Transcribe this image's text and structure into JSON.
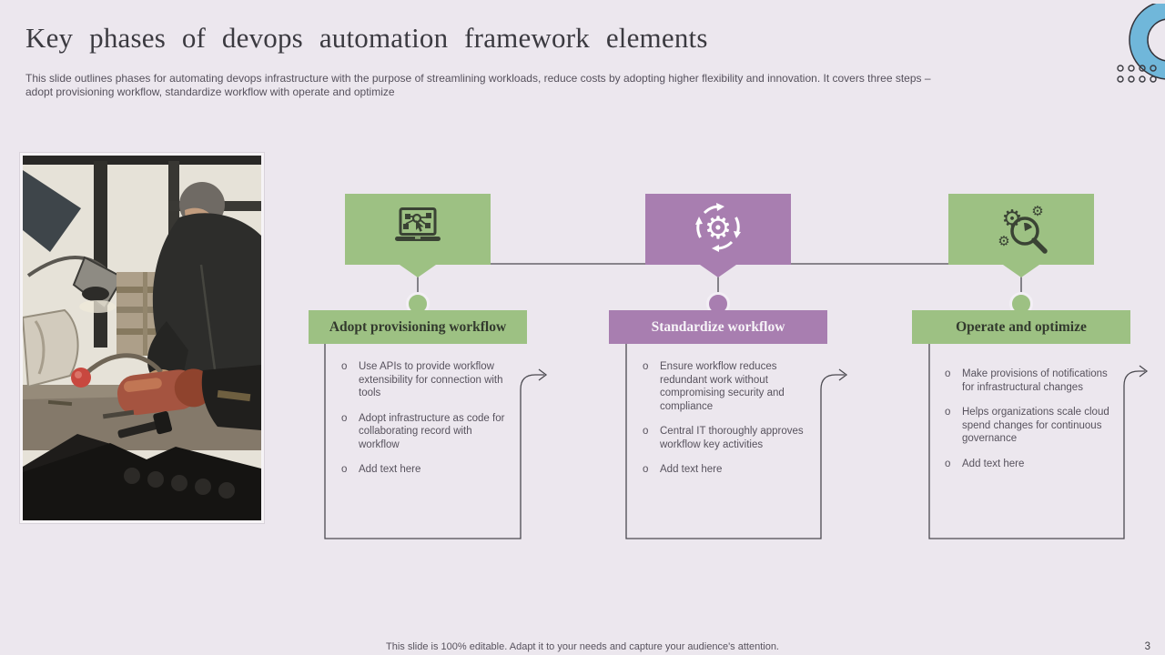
{
  "header": {
    "title": "Key phases of devops automation framework elements",
    "subtitle": "This slide outlines phases for automating devops infrastructure with the purpose of streamlining workloads, reduce costs by adopting higher flexibility and innovation. It covers three steps – adopt provisioning workflow, standardize workflow with operate and optimize"
  },
  "bullet_marker": "o",
  "columns": [
    {
      "title": "Adopt provisioning workflow",
      "accent": "green",
      "icon": "laptop-process-automation-icon",
      "bullets": [
        "Use APIs to provide workflow extensibility for connection with tools",
        "Adopt infrastructure as code for collaborating record with workflow",
        "Add text here"
      ]
    },
    {
      "title": "Standardize workflow",
      "accent": "purple",
      "icon": "gear-cycle-arrows-icon",
      "bullets": [
        "Ensure workflow reduces redundant work without compromising security and compliance",
        "Central IT thoroughly approves workflow key activities",
        "Add text here"
      ]
    },
    {
      "title": "Operate and optimize",
      "accent": "green",
      "icon": "gears-magnifier-icon",
      "bullets": [
        "Make provisions of notifications for infrastructural changes",
        "Helps organizations scale cloud spend changes for continuous governance",
        "Add text here"
      ]
    }
  ],
  "photo": {
    "description": "Man working at a workbench in a workshop"
  },
  "footer": {
    "note": "This slide is 100% editable.  Adapt it to your needs and capture your audience's attention.",
    "page_number": "3"
  },
  "colors": {
    "background": "#ece7ee",
    "accent_green": "#9dc183",
    "accent_purple": "#a87eb0",
    "line": "#4b4a50",
    "logo_blue": "#70b7da",
    "title_text": "#3b3a40",
    "body_text": "#57525d"
  }
}
